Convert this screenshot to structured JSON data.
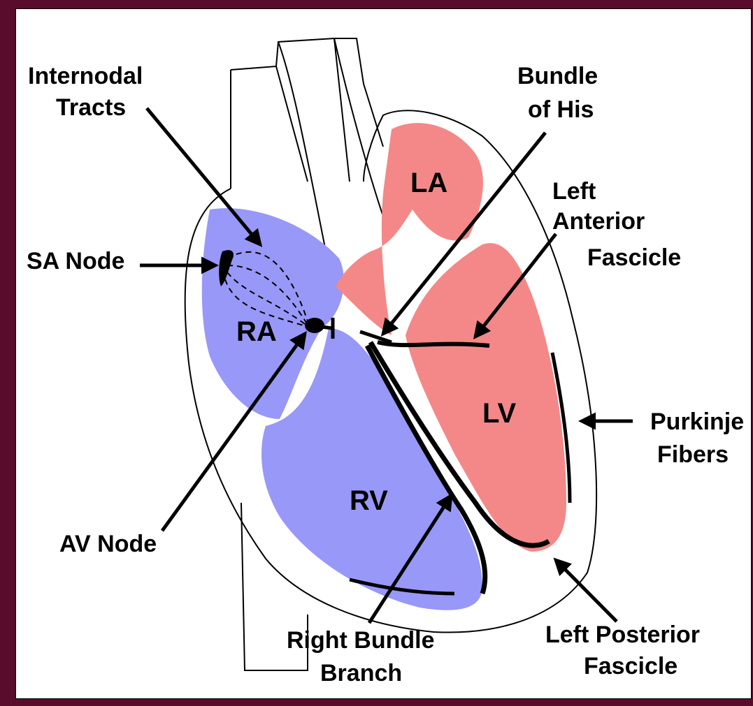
{
  "colors": {
    "frame": "#5a0c2c",
    "right_heart": "#9898f8",
    "left_heart": "#f48888",
    "line": "#000000"
  },
  "chambers": {
    "ra": "RA",
    "rv": "RV",
    "la": "LA",
    "lv": "LV"
  },
  "labels": {
    "internodal_1": "Internodal",
    "internodal_2": "Tracts",
    "sa_node": "SA Node",
    "av_node": "AV Node",
    "bundle_his_1": "Bundle",
    "bundle_his_2": "of His",
    "laf_1": "Left",
    "laf_2": "Anterior",
    "laf_3": "Fascicle",
    "purkinje_1": "Purkinje",
    "purkinje_2": "Fibers",
    "rbb_1": "Right Bundle",
    "rbb_2": "Branch",
    "lpf_1": "Left Posterior",
    "lpf_2": "Fascicle"
  }
}
